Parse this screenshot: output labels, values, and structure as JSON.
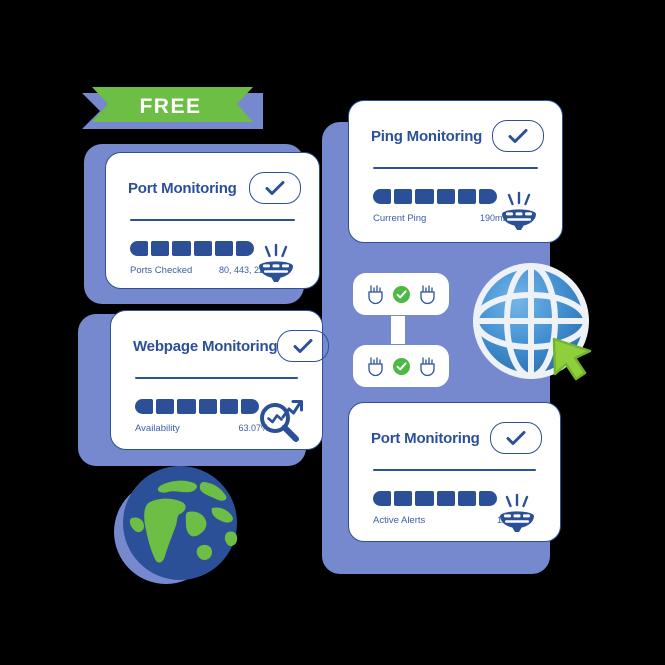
{
  "meta": {
    "background_color": "#000000",
    "accent_blue": "#2c5098",
    "accent_purple": "#7789ce",
    "accent_green": "#6cbe45",
    "card_background": "#ffffff"
  },
  "ribbon": {
    "label": "FREE",
    "ribbon_color": "#6cbe45",
    "tail_color": "#7789ce",
    "text_color": "#ffffff"
  },
  "cards": [
    {
      "id": "port-monitoring-top",
      "title": "Port Monitoring",
      "toggle_state": "checked",
      "metric_label": "Ports Checked",
      "metric_value": "80, 443, 22",
      "bar_segments": 6,
      "icon": "beacon-icon"
    },
    {
      "id": "ping-monitoring",
      "title": "Ping Monitoring",
      "toggle_state": "checked",
      "metric_label": "Current Ping",
      "metric_value": "190ms",
      "bar_segments": 6,
      "icon": "beacon-icon"
    },
    {
      "id": "webpage-monitoring",
      "title": "Webpage Monitoring",
      "toggle_state": "checked",
      "metric_label": "Availability",
      "metric_value": "63.07%",
      "bar_segments": 6,
      "icon": "magnifier-chart-icon"
    },
    {
      "id": "port-monitoring-bottom",
      "title": "Port Monitoring",
      "toggle_state": "checked",
      "metric_label": "Active Alerts",
      "metric_value": "12",
      "bar_segments": 6,
      "icon": "beacon-icon"
    }
  ],
  "chips": [
    {
      "id": "connection-chip-top",
      "left_icon": "plug-icon",
      "status_icon": "check-circle-icon",
      "right_icon": "plug-icon",
      "status": "connected"
    },
    {
      "id": "connection-chip-bottom",
      "left_icon": "plug-icon",
      "status_icon": "check-circle-icon",
      "right_icon": "plug-icon",
      "status": "connected"
    }
  ],
  "decorations": [
    {
      "id": "wireframe-globe",
      "icon": "wireframe-globe-icon",
      "cursor": "green-cursor-icon"
    },
    {
      "id": "earth-globe",
      "icon": "earth-globe-icon"
    }
  ]
}
